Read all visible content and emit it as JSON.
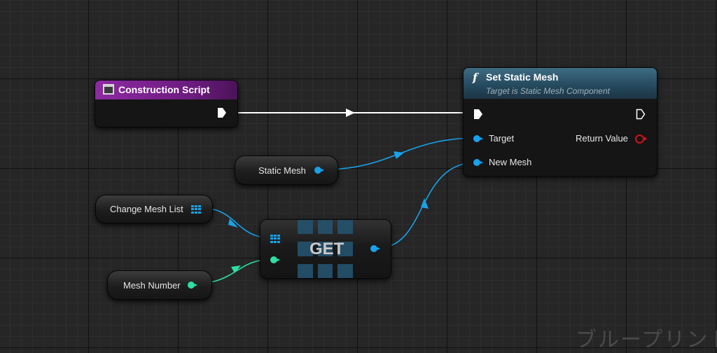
{
  "construction_node": {
    "title": "Construction Script",
    "header_color": "#7a1e8e",
    "icon": "function-entry-icon"
  },
  "set_static_mesh_node": {
    "title": "Set Static Mesh",
    "subtitle": "Target is Static Mesh Component",
    "function_glyph": "f",
    "header_color": "#2f5a70",
    "inputs": {
      "target": "Target",
      "new_mesh": "New Mesh"
    },
    "outputs": {
      "return_value": "Return Value"
    }
  },
  "variables": {
    "static_mesh": "Static Mesh",
    "change_mesh_list": "Change Mesh List",
    "mesh_number": "Mesh Number"
  },
  "get_node": {
    "label": "GET"
  },
  "watermark": "ブループリント",
  "colors": {
    "object_pin": "#18a2ea",
    "integer_pin": "#2ee0a4",
    "bool_pin": "#c8151a",
    "exec_wire": "#ffffff"
  }
}
